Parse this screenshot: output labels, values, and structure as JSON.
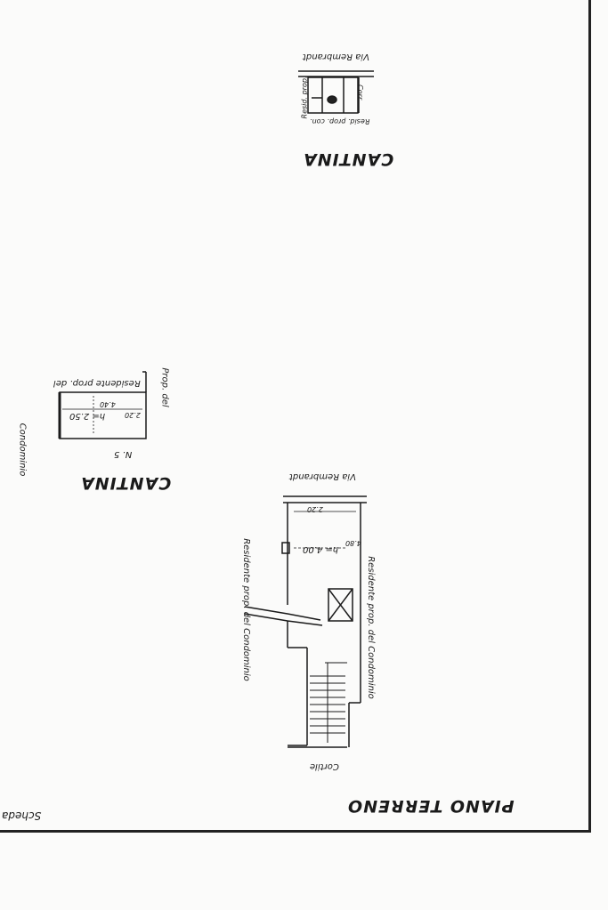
{
  "labels": {
    "cantina_top": "CANTINA",
    "cantina_mid": "CANTINA",
    "piano_terreno": "PIANO TERRENO",
    "via_top": "Via Rembrandt",
    "via_bottom": "Via Rembrandt",
    "resid_top": "Resid. prop. con.",
    "corr_top": "Corr.",
    "resid_prop_top": "Resid. prop.",
    "resid_mid": "Residente prop. del",
    "cond_mid": "Condominio",
    "prop_mid": "Prop. del",
    "n5": "N. 5",
    "h_mid": "h= 2.50",
    "dim_mid_a": "4.40",
    "dim_mid_b": "2.20",
    "resid_left_bottom": "Residente prop. del Condominio",
    "resid_right_bottom": "Residente prop. del Condominio",
    "h_bottom": "h= 4.00",
    "dim_bottom_a": "4.80",
    "dim_bottom_b": "2.20",
    "cortile": "Cortile",
    "scheda": "Scheda"
  }
}
